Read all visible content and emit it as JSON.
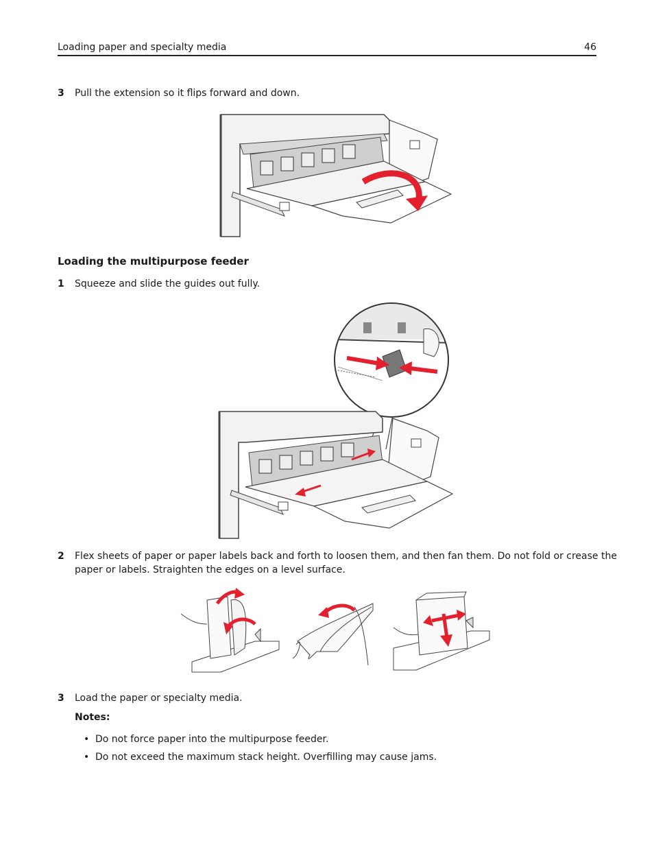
{
  "header": {
    "section_title": "Loading paper and specialty media",
    "page_number": "46"
  },
  "intro_step": {
    "number": "3",
    "text": "Pull the extension so it flips forward and down."
  },
  "section": {
    "heading": "Loading the multipurpose feeder",
    "steps": [
      {
        "number": "1",
        "text": "Squeeze and slide the guides out fully."
      },
      {
        "number": "2",
        "text_line1": "Flex sheets of paper or paper labels back and forth to loosen them, and then fan them. Do not fold or crease the",
        "text_line2": "paper or labels. Straighten the edges on a level surface."
      },
      {
        "number": "3",
        "text": "Load the paper or specialty media."
      }
    ],
    "notes_label": "Notes:",
    "notes": [
      "Do not force paper into the multipurpose feeder.",
      "Do not exceed the maximum stack height. Overfilling may cause jams."
    ]
  },
  "colors": {
    "arrow_red": "#e3202e",
    "line_gray": "#555555",
    "fill_gray": "#d9d9d9"
  }
}
